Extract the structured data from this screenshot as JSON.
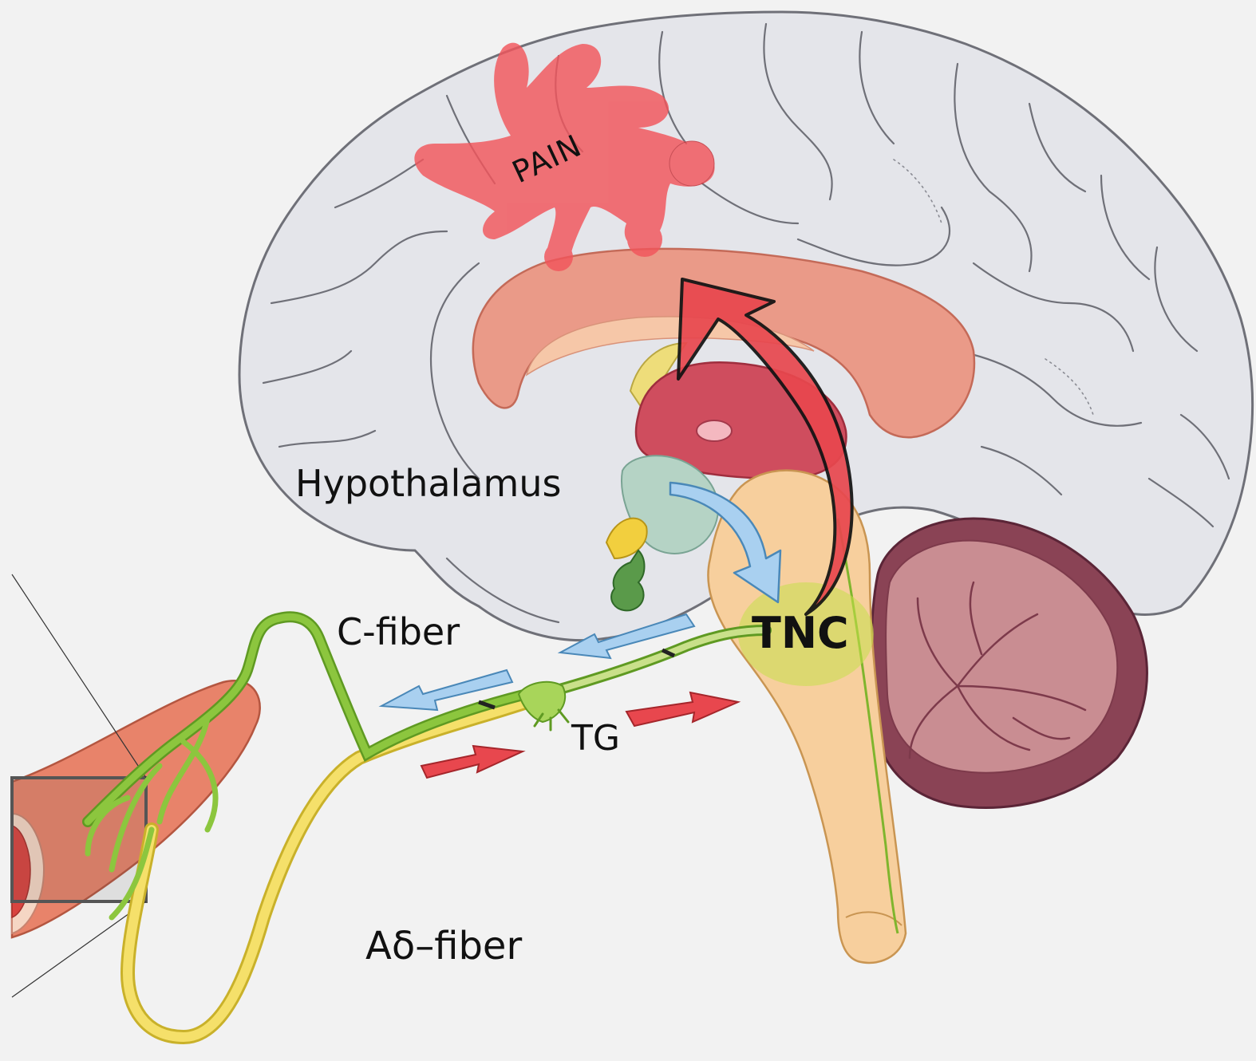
{
  "labels": {
    "pain": "PAIN",
    "hypothalamus": "Hypothalamus",
    "c_fiber": "C-fiber",
    "tnc": "TNC",
    "tg": "TG",
    "a_delta_fiber": "Aδ–fiber"
  },
  "colors": {
    "background": "#f2f2f2",
    "brain_fill": "#e4e5ea",
    "pain_splat": "#f2555b",
    "corpus_callosum": "#ea9a88",
    "thalamus": "#cf4d5e",
    "brainstem": "#f7cf9d",
    "cerebellum": "#c98d92",
    "cerebellum_outer": "#8a4355",
    "hypothalamus_region": "#b5d3c5",
    "pituitary": "#5a9a4a",
    "c_fiber": "#8cc63e",
    "a_delta_fiber": "#f5e06a",
    "vessel": "#e8836a",
    "arrow_red": "#e8474e",
    "arrow_blue": "#a9d0f0",
    "tnc_glow": "#c6e04a"
  },
  "icons": {
    "pain_marker": "splat-icon",
    "ascending_arrow": "curved-arrow-up-icon",
    "descending_arrow": "curved-arrow-down-icon"
  }
}
